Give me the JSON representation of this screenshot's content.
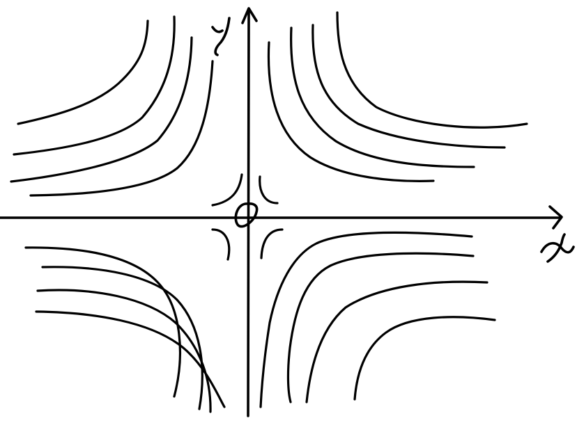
{
  "diagram": {
    "axes": {
      "x_label": "x",
      "y_label": "y",
      "origin_label": "0"
    },
    "colors": {
      "stroke": "#000000",
      "background": "#ffffff"
    }
  }
}
